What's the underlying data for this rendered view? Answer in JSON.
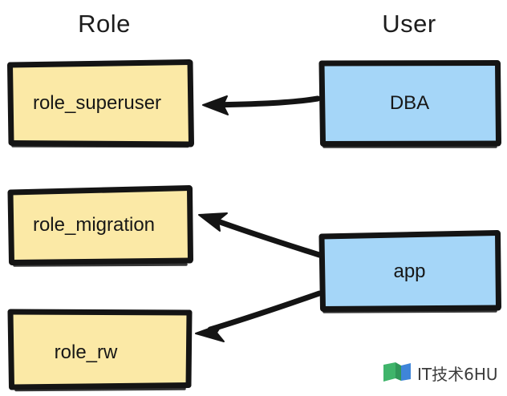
{
  "diagram": {
    "title_columns": [
      {
        "id": "role",
        "label": "Role"
      },
      {
        "id": "user",
        "label": "User"
      }
    ],
    "nodes": [
      {
        "id": "role_superuser",
        "label": "role_superuser",
        "type": "role",
        "fill": "#FBE9A6",
        "stroke": "#141414"
      },
      {
        "id": "role_migration",
        "label": "role_migration",
        "type": "role",
        "fill": "#FBE9A6",
        "stroke": "#141414"
      },
      {
        "id": "role_rw",
        "label": "role_rw",
        "type": "role",
        "fill": "#FBE9A6",
        "stroke": "#141414"
      },
      {
        "id": "dba",
        "label": "DBA",
        "type": "user",
        "fill": "#A5D6F8",
        "stroke": "#141414"
      },
      {
        "id": "app",
        "label": "app",
        "type": "user",
        "fill": "#A5D6F8",
        "stroke": "#141414"
      }
    ],
    "edges": [
      {
        "id": "dba-to-role-superuser",
        "from": "dba",
        "to": "role_superuser",
        "style": "arrow",
        "direction": "left"
      },
      {
        "id": "app-to-role-migration",
        "from": "app",
        "to": "role_migration",
        "style": "arrow",
        "direction": "up-left"
      },
      {
        "id": "app-to-role-rw",
        "from": "app",
        "to": "role_rw",
        "style": "arrow",
        "direction": "down-left"
      }
    ],
    "colors": {
      "role_fill": "#FBE9A6",
      "user_fill": "#A5D6F8",
      "stroke": "#141414",
      "background": "#FFFFFF",
      "watermark_green": "#2FAE5E",
      "watermark_blue": "#2F7BD6"
    }
  },
  "watermark": {
    "text": "IT技术6HU",
    "logo_name": "flag-logo"
  }
}
